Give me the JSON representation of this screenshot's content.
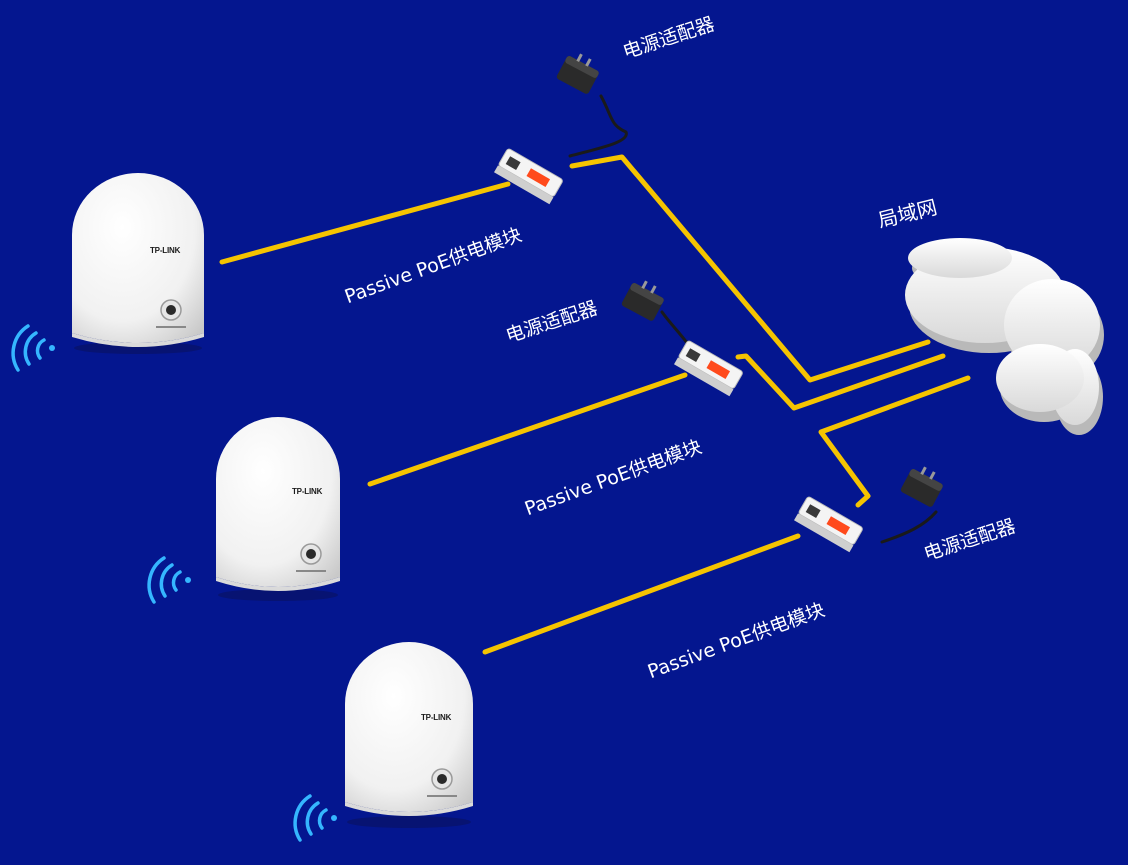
{
  "colors": {
    "background": "#04168f",
    "cable": "#f5c400",
    "power_cord": "#1a1a1a",
    "device_body": "#f4f4f4",
    "cloud": "#f2f2f2",
    "wifi": "#35b6ff",
    "injector_accent": "#ff4a1c"
  },
  "network": {
    "label": "局域网",
    "icon": "cloud-icon"
  },
  "brand": "TP-LINK",
  "units": [
    {
      "device_icon": "dome-access-point-icon",
      "injector_label": "Passive PoE供电模块",
      "adapter_label": "电源适配器"
    },
    {
      "device_icon": "dome-access-point-icon",
      "injector_label": "Passive PoE供电模块",
      "adapter_label": "电源适配器"
    },
    {
      "device_icon": "dome-access-point-icon",
      "injector_label": "Passive PoE供电模块",
      "adapter_label": "电源适配器"
    }
  ]
}
